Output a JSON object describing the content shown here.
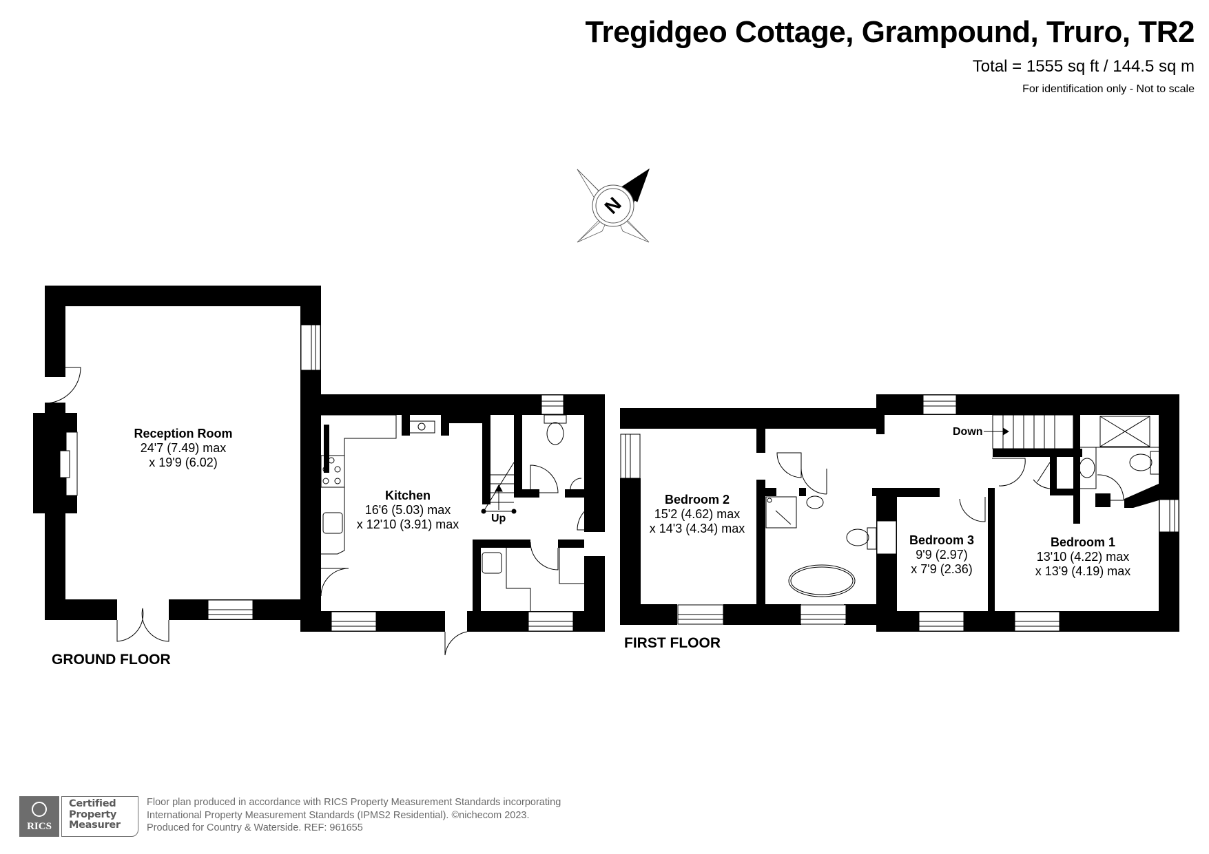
{
  "header": {
    "title": "Tregidgeo Cottage, Grampound, Truro, TR2",
    "total_area": "Total = 1555 sq ft / 144.5 sq m",
    "disclaimer": "For identification only - Not to scale"
  },
  "compass": {
    "label": "N",
    "icon": "compass-rose-icon"
  },
  "ground_floor": {
    "label": "GROUND FLOOR",
    "stairs_label": "Up",
    "rooms": [
      {
        "name": "Reception Room",
        "dim1": "24'7 (7.49) max",
        "dim2": "x 19'9 (6.02)"
      },
      {
        "name": "Kitchen",
        "dim1": "16'6 (5.03) max",
        "dim2": "x 12'10 (3.91) max"
      }
    ]
  },
  "first_floor": {
    "label": "FIRST FLOOR",
    "stairs_label": "Down",
    "rooms": [
      {
        "name": "Bedroom 2",
        "dim1": "15'2 (4.62) max",
        "dim2": "x 14'3 (4.34) max"
      },
      {
        "name": "Bedroom 3",
        "dim1": "9'9 (2.97)",
        "dim2": "x 7'9 (2.36)"
      },
      {
        "name": "Bedroom 1",
        "dim1": "13'10 (4.22) max",
        "dim2": "x 13'9 (4.19) max"
      }
    ]
  },
  "footer": {
    "rics_logo_text": "RICS",
    "certification": [
      "Certified",
      "Property",
      "Measurer"
    ],
    "lines": [
      "Floor plan produced in accordance with RICS Property Measurement Standards incorporating",
      "International Property Measurement Standards (IPMS2 Residential).   ©nichecom 2023.",
      "Produced for Country & Waterside.   REF: 961655"
    ]
  },
  "colors": {
    "wall": "#000000",
    "background": "#ffffff",
    "footer_grey": "#6d6d6d"
  }
}
